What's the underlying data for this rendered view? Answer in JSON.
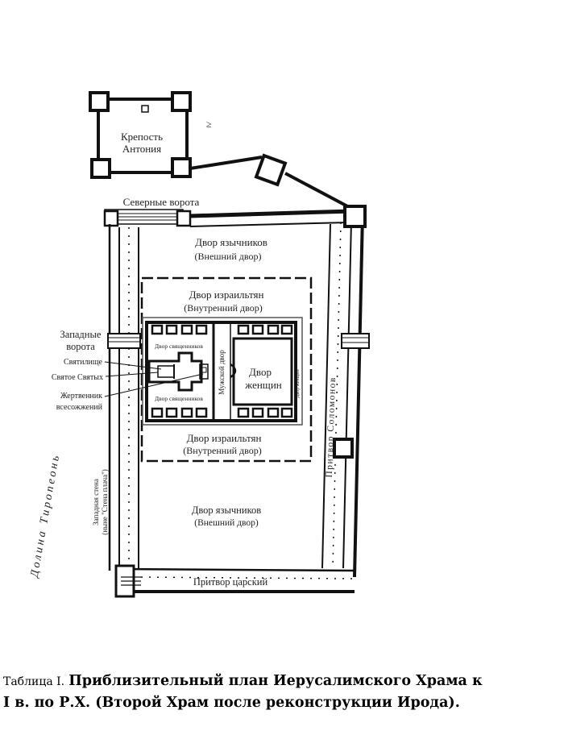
{
  "plan": {
    "fortress_line1": "Крепость",
    "fortress_line2": "Антония",
    "north_gate": "Северные ворота",
    "gentiles_top_1": "Двор язычников",
    "gentiles_top_2": "(Внешний двор)",
    "israel_top_1": "Двор израильтян",
    "israel_top_2": "(Внутренний двор)",
    "western_gate_1": "Западные",
    "western_gate_2": "ворота",
    "holy_place": "Святилище",
    "holy_of_holies": "Святое Святых",
    "altar_1": "Жертвенник",
    "altar_2": "всесожжений",
    "priests_top": "Двор священников",
    "priests_bottom": "Двор священников",
    "mens_court": "Мужской двор",
    "women_1": "Двор",
    "women_2": "женщин",
    "women_small": "Двор женщин",
    "israel_bot_1": "Двор израильтян",
    "israel_bot_2": "(Внутренний двор)",
    "gentiles_bot_1": "Двор язычников",
    "gentiles_bot_2": "(Внешний двор)",
    "royal_porch": "Притвор царский",
    "solomon_porch": "Притвор Соломонов",
    "west_wall_1": "Западная стена",
    "west_wall_2": "(ныне \"Стена плача\")",
    "valley": "Долина Тиропеонь",
    "compass_mark": "≥"
  },
  "caption": {
    "table_label": "Таблица I.",
    "title_line1": "Приблизительный план Иерусалимского Храма к",
    "title_line2": "I в. по Р.Х. (Второй Храм после реконструкции Ирода)."
  }
}
